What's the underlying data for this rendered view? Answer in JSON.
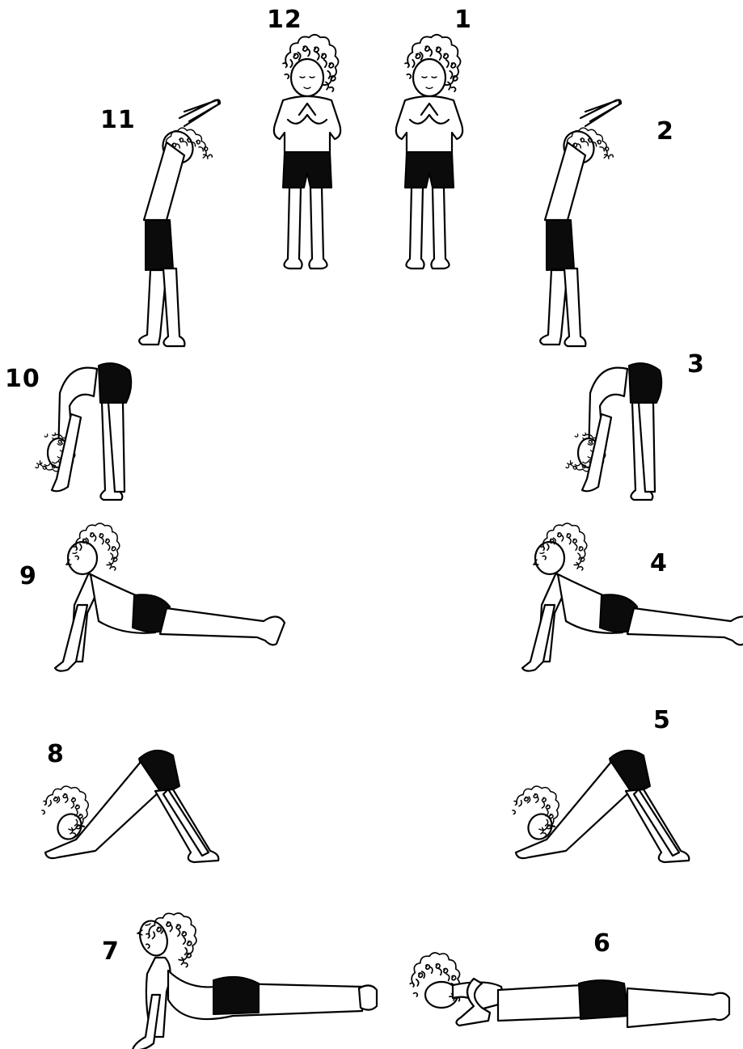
{
  "colors": {
    "ink": "#000000",
    "paper": "#ffffff"
  },
  "poses": [
    {
      "number": "1",
      "pose": "standing-palms-together"
    },
    {
      "number": "2",
      "pose": "standing-backbend-arms-raised"
    },
    {
      "number": "3",
      "pose": "standing-forward-fold"
    },
    {
      "number": "4",
      "pose": "low-lunge-looking-up"
    },
    {
      "number": "5",
      "pose": "downward-dog"
    },
    {
      "number": "6",
      "pose": "eight-limbed-pose"
    },
    {
      "number": "7",
      "pose": "cobra-looking-up"
    },
    {
      "number": "8",
      "pose": "downward-dog"
    },
    {
      "number": "9",
      "pose": "low-lunge-looking-up"
    },
    {
      "number": "10",
      "pose": "standing-forward-fold"
    },
    {
      "number": "11",
      "pose": "standing-backbend-arms-raised"
    },
    {
      "number": "12",
      "pose": "standing-palms-together"
    }
  ]
}
